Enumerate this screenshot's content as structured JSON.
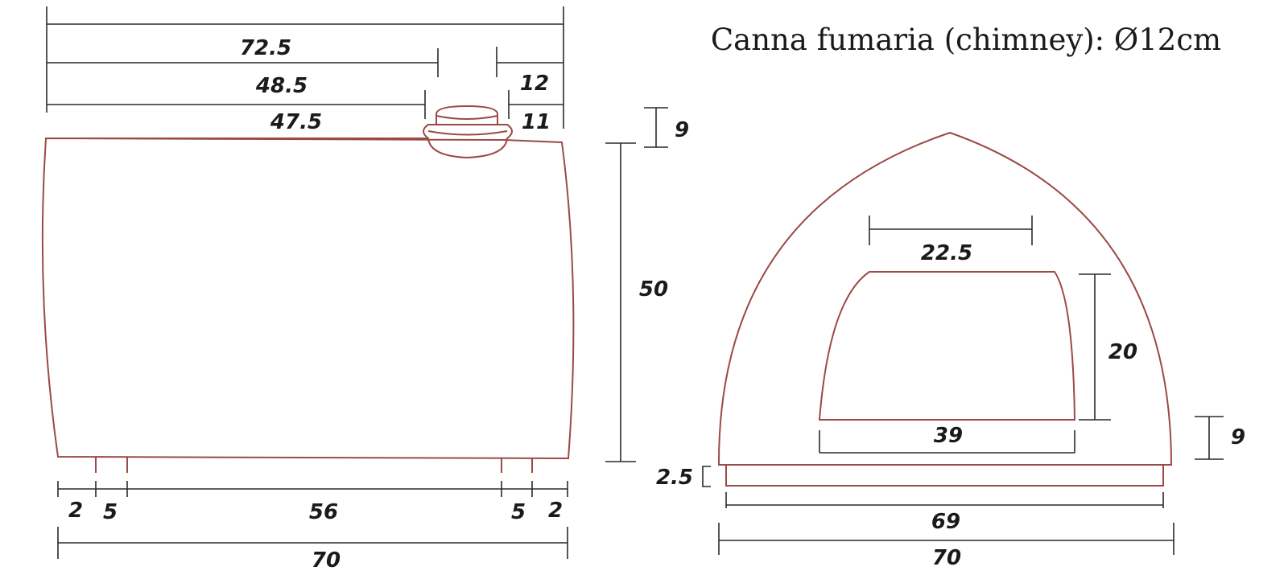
{
  "title": "Canna fumaria (chimney): Ø12cm",
  "side_view": {
    "top_dims": {
      "d1": "72.5",
      "d2": "48.5",
      "d3": "47.5",
      "chimney_outer": "12",
      "chimney_inner": "11"
    },
    "chimney_height": "9",
    "height": "50",
    "bottom_dims": {
      "left_edge": "2",
      "left_foot": "5",
      "middle": "56",
      "right_foot": "5",
      "right_edge": "2",
      "total": "70"
    }
  },
  "front_view": {
    "door_top_width": "22.5",
    "door_height": "20",
    "door_bottom_width": "39",
    "door_base_height": "9",
    "base_thickness": "2.5",
    "base_width": "69",
    "total_width": "70"
  },
  "colors": {
    "outline": "#9b4a45",
    "dimension": "#2a2a2a"
  }
}
